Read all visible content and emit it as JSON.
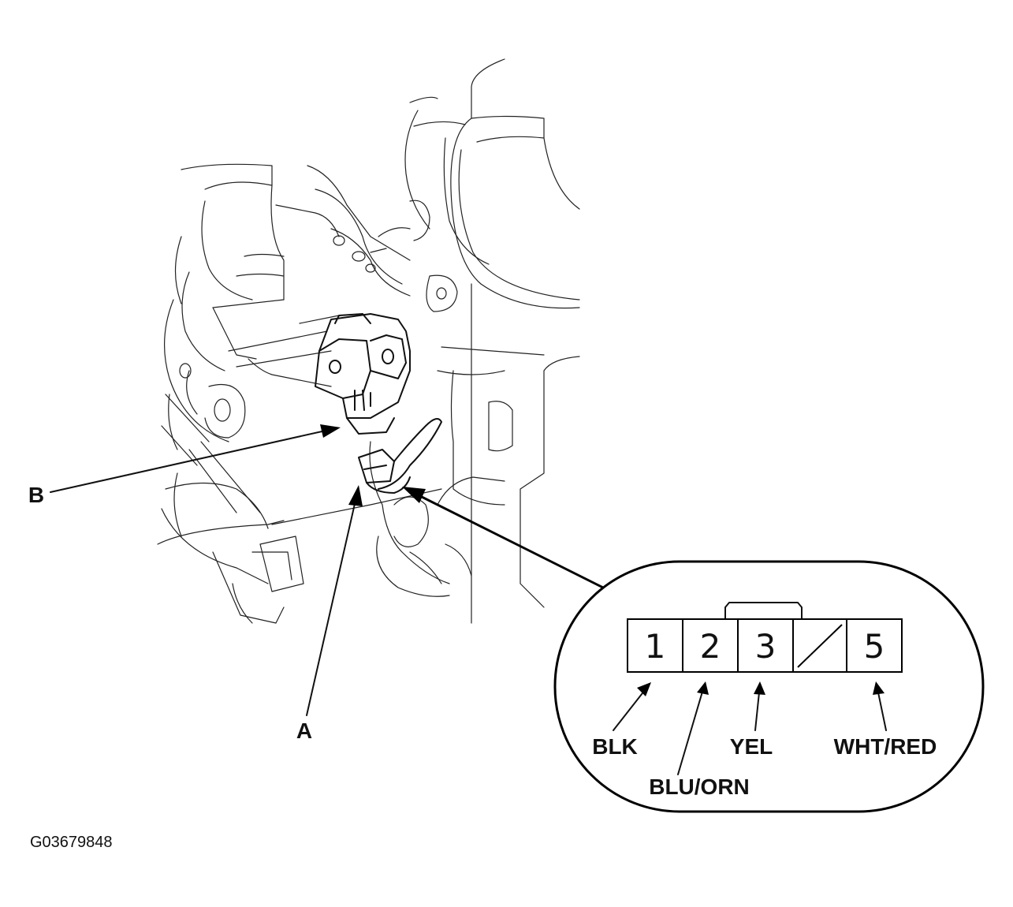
{
  "callouts": {
    "a": "A",
    "b": "B"
  },
  "connector": {
    "pins": [
      "1",
      "2",
      "3",
      "",
      "5"
    ],
    "wires": [
      "BLK",
      "BLU/ORN",
      "YEL",
      "WHT/RED"
    ]
  },
  "figure_id": "G03679848"
}
